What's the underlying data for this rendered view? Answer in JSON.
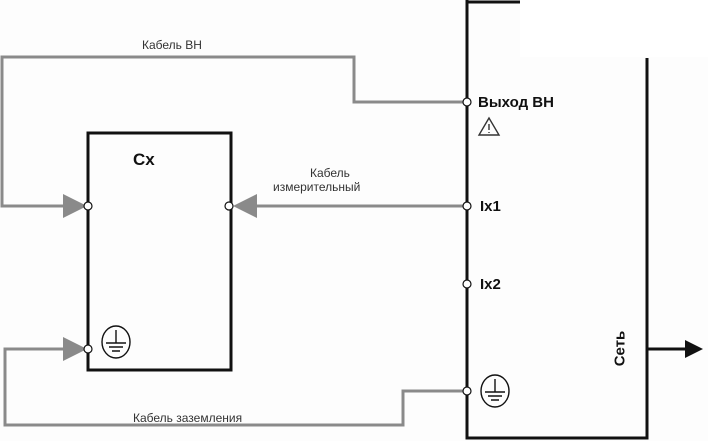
{
  "device": {
    "output_hv": "Выход ВН",
    "ix1": "Ix1",
    "ix2": "Ix2",
    "mains": "Сеть"
  },
  "object": {
    "label": "Cx"
  },
  "cables": {
    "hv": "Кабель ВН",
    "measuring_line1": "Кабель",
    "measuring_line2": "измерительный",
    "ground": "Кабель заземления"
  },
  "colors": {
    "cable": "#8a8a8a",
    "outline": "#111111"
  }
}
